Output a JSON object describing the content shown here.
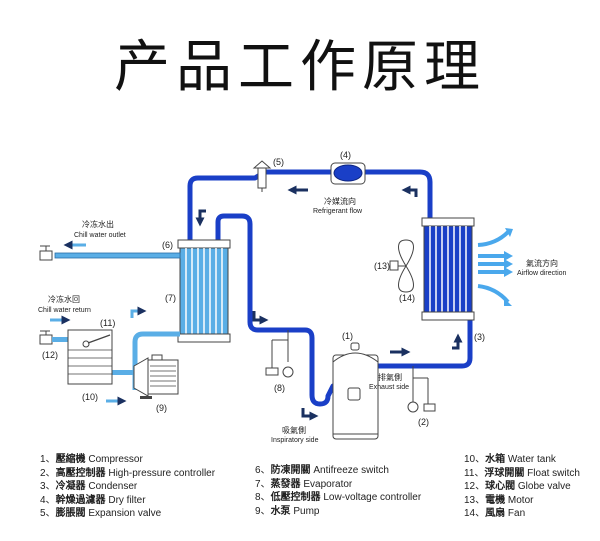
{
  "title": "产品工作原理",
  "colors": {
    "refrigerant_pipe": "#1a3fc7",
    "water_pipe": "#5aaee6",
    "arrow_dark": "#1a3060",
    "airflow_arrow": "#4aa8ec",
    "outline": "#444444"
  },
  "labels": {
    "n1": "(1)",
    "n2": "(2)",
    "n3": "(3)",
    "n4": "(4)",
    "n5": "(5)",
    "n6": "(6)",
    "n7": "(7)",
    "n8": "(8)",
    "n9": "(9)",
    "n10": "(10)",
    "n11": "(11)",
    "n12": "(12)",
    "n13": "(13)",
    "n14": "(14)",
    "refrigerant_flow_zh": "冷媒流向",
    "refrigerant_flow_en": "Refrigerant flow",
    "chill_outlet_zh": "冷冻水出",
    "chill_outlet_en": "Chill water outlet",
    "chill_return_zh": "冷冻水回",
    "chill_return_en": "Chill water return",
    "airflow_zh": "氣流方向",
    "airflow_en": "Airflow direction",
    "exhaust_zh": "排氣側",
    "exhaust_en": "Exhaust side",
    "inspiratory_zh": "吸氣側",
    "inspiratory_en": "Inspiratory side"
  },
  "legend": {
    "col1": [
      {
        "num": "1、",
        "zh": "壓縮機",
        "en": "Compressor"
      },
      {
        "num": "2、",
        "zh": "高壓控制器",
        "en": "High-pressure controller"
      },
      {
        "num": "3、",
        "zh": "冷凝器",
        "en": "Condenser"
      },
      {
        "num": "4、",
        "zh": "幹燥過濾器",
        "en": "Dry filter"
      },
      {
        "num": "5、",
        "zh": "膨脹閥",
        "en": "Expansion valve"
      }
    ],
    "col2": [
      {
        "num": "6、",
        "zh": "防凍開關",
        "en": "Antifreeze switch"
      },
      {
        "num": "7、",
        "zh": "蒸發器",
        "en": "Evaporator"
      },
      {
        "num": "8、",
        "zh": "低壓控制器",
        "en": "Low-voltage controller"
      },
      {
        "num": "9、",
        "zh": "水泵",
        "en": "Pump"
      }
    ],
    "col3": [
      {
        "num": "10、",
        "zh": "水箱",
        "en": "Water tank"
      },
      {
        "num": "11、",
        "zh": "浮球開關",
        "en": "Float switch"
      },
      {
        "num": "12、",
        "zh": "球心閥",
        "en": "Globe valve"
      },
      {
        "num": "13、",
        "zh": "電機",
        "en": "Motor"
      },
      {
        "num": "14、",
        "zh": "風扇",
        "en": "Fan"
      }
    ]
  }
}
